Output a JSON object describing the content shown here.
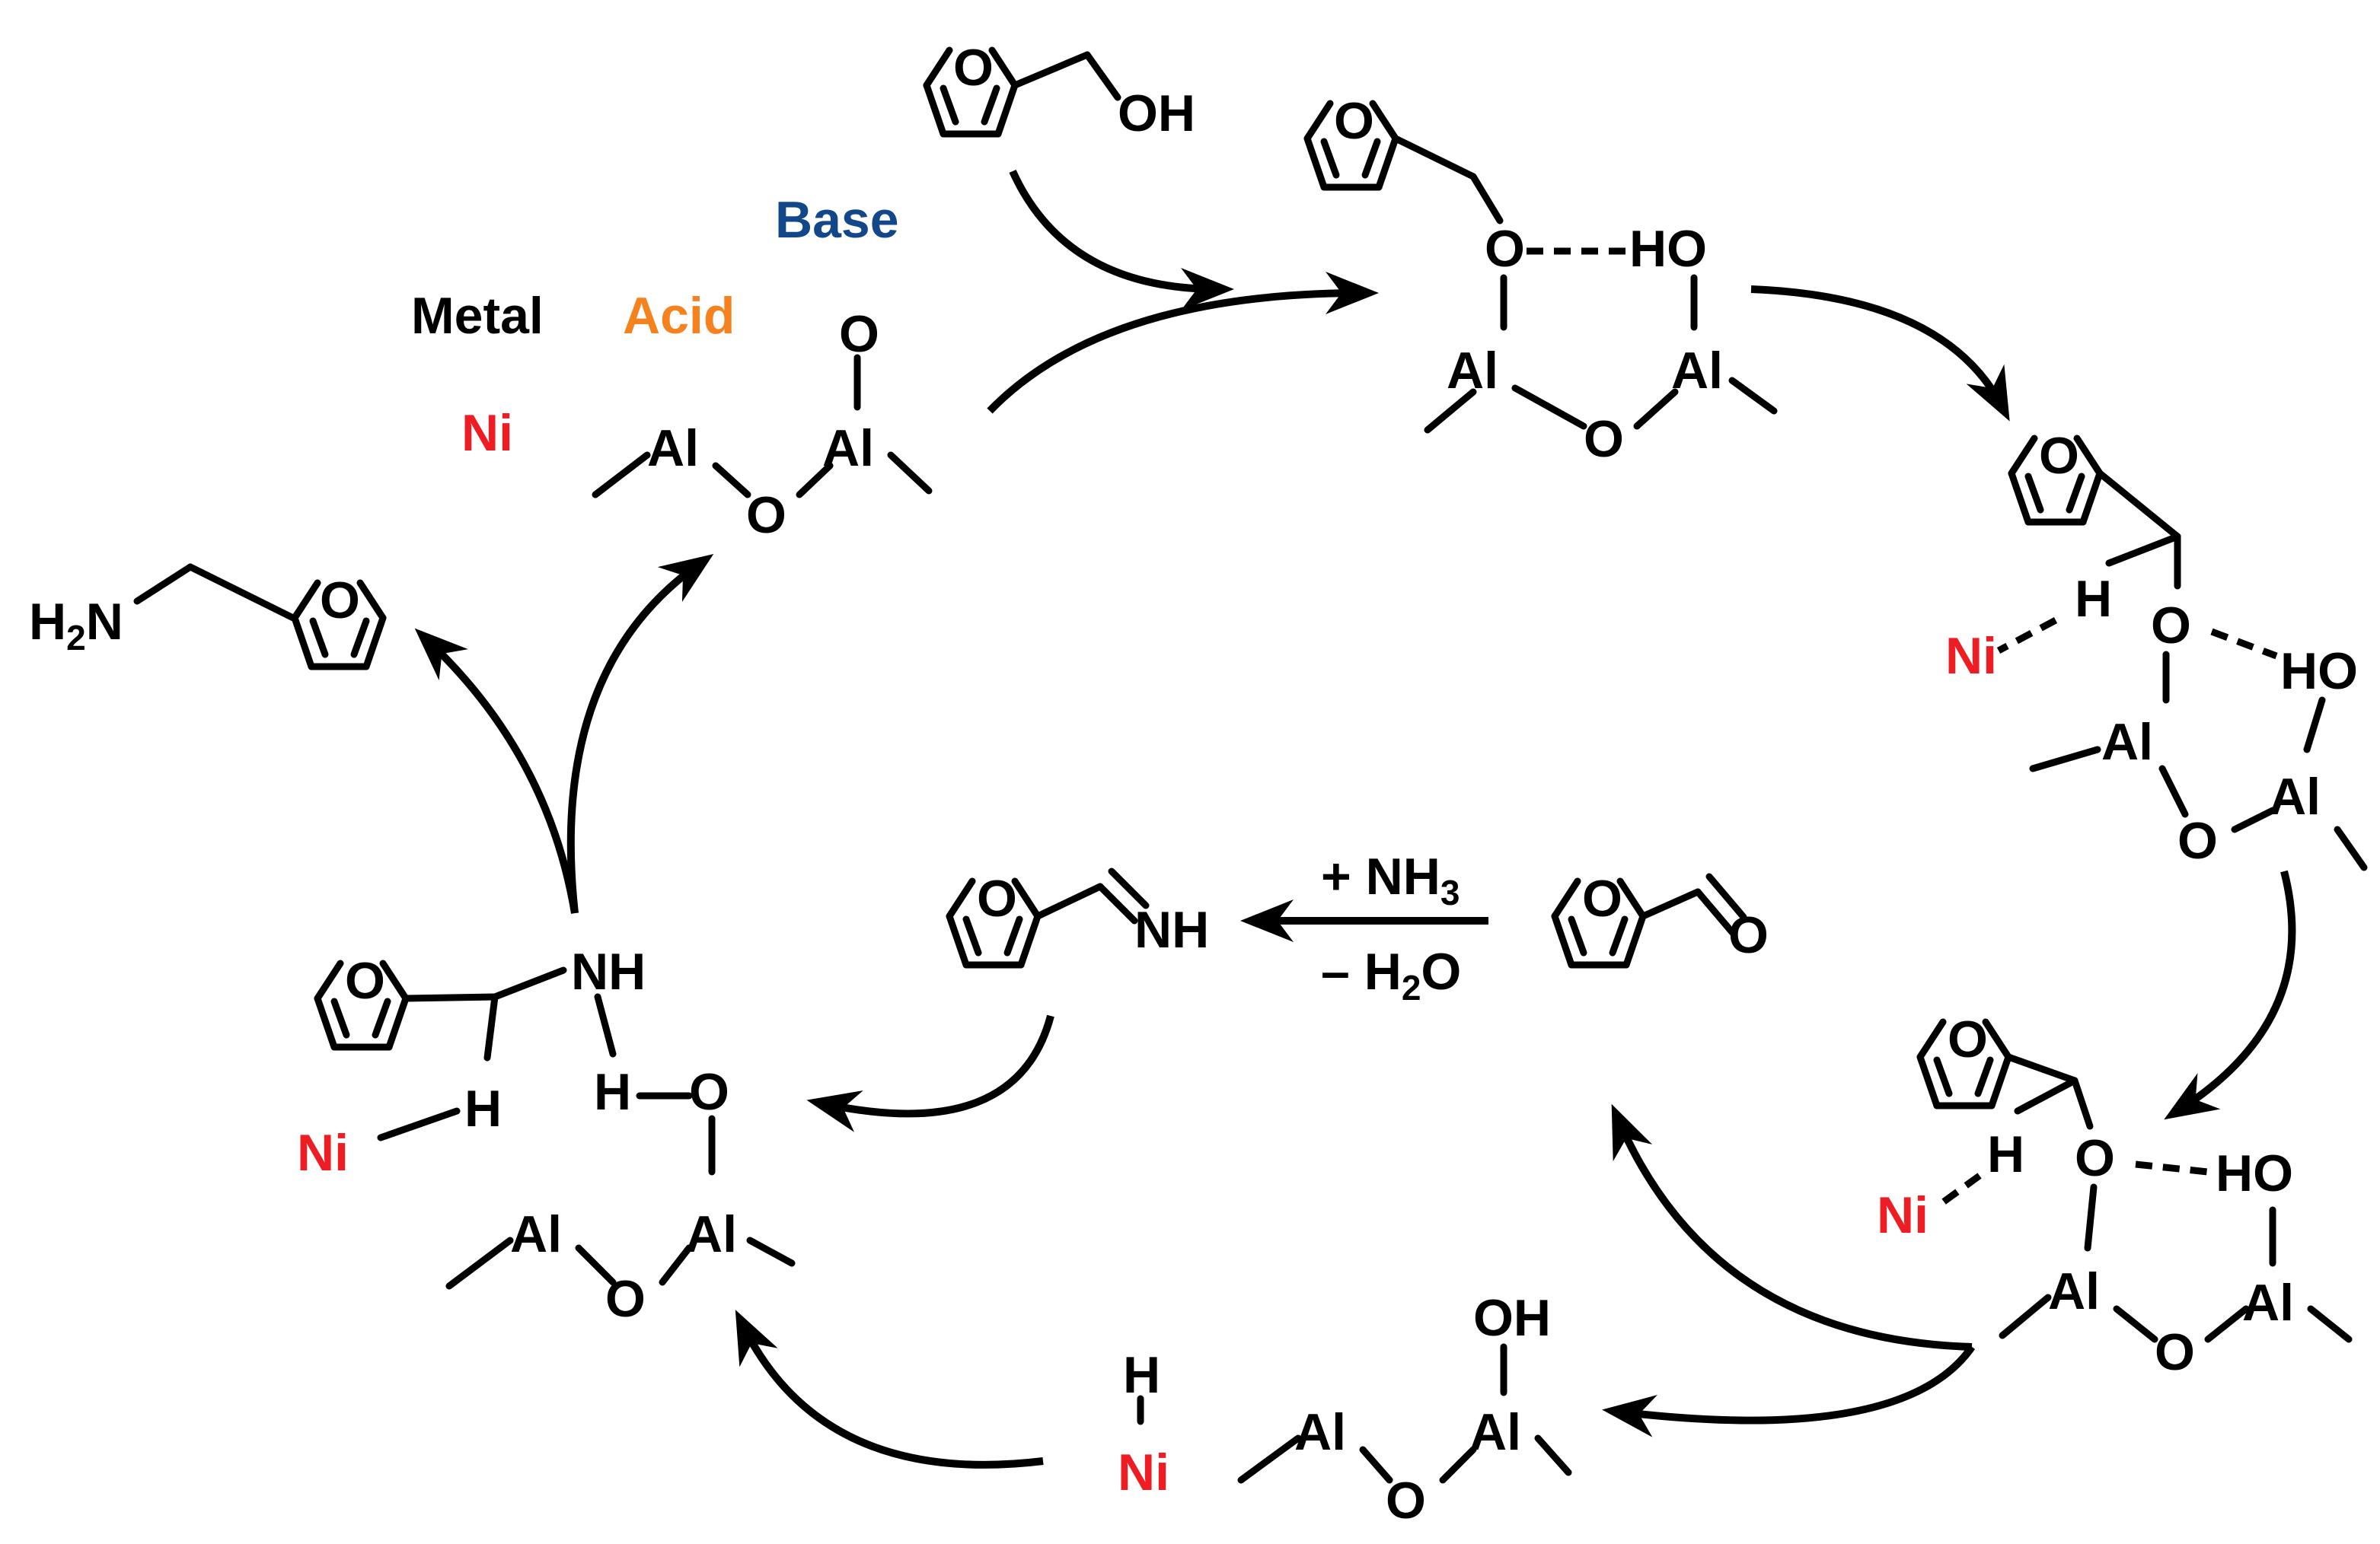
{
  "legend": {
    "metal": "Metal",
    "acid": "Acid",
    "base": "Base",
    "ni": "Ni"
  },
  "colors": {
    "metal": "#000000",
    "ni": "#ee1c23",
    "acid": "#f5821f",
    "base": "#12478a"
  },
  "atoms": {
    "o": "O",
    "al": "Al",
    "h": "H",
    "ho": "HO",
    "oh": "OH",
    "ni": "Ni",
    "nh": "NH",
    "n": "N"
  },
  "h2n": {
    "h": "H",
    "sub": "2",
    "n": "N"
  },
  "reagents": {
    "nh3": {
      "plus": "+ NH",
      "sub": "3"
    },
    "h2o": {
      "minus": "– H",
      "sub": "2",
      "o": "O"
    }
  }
}
